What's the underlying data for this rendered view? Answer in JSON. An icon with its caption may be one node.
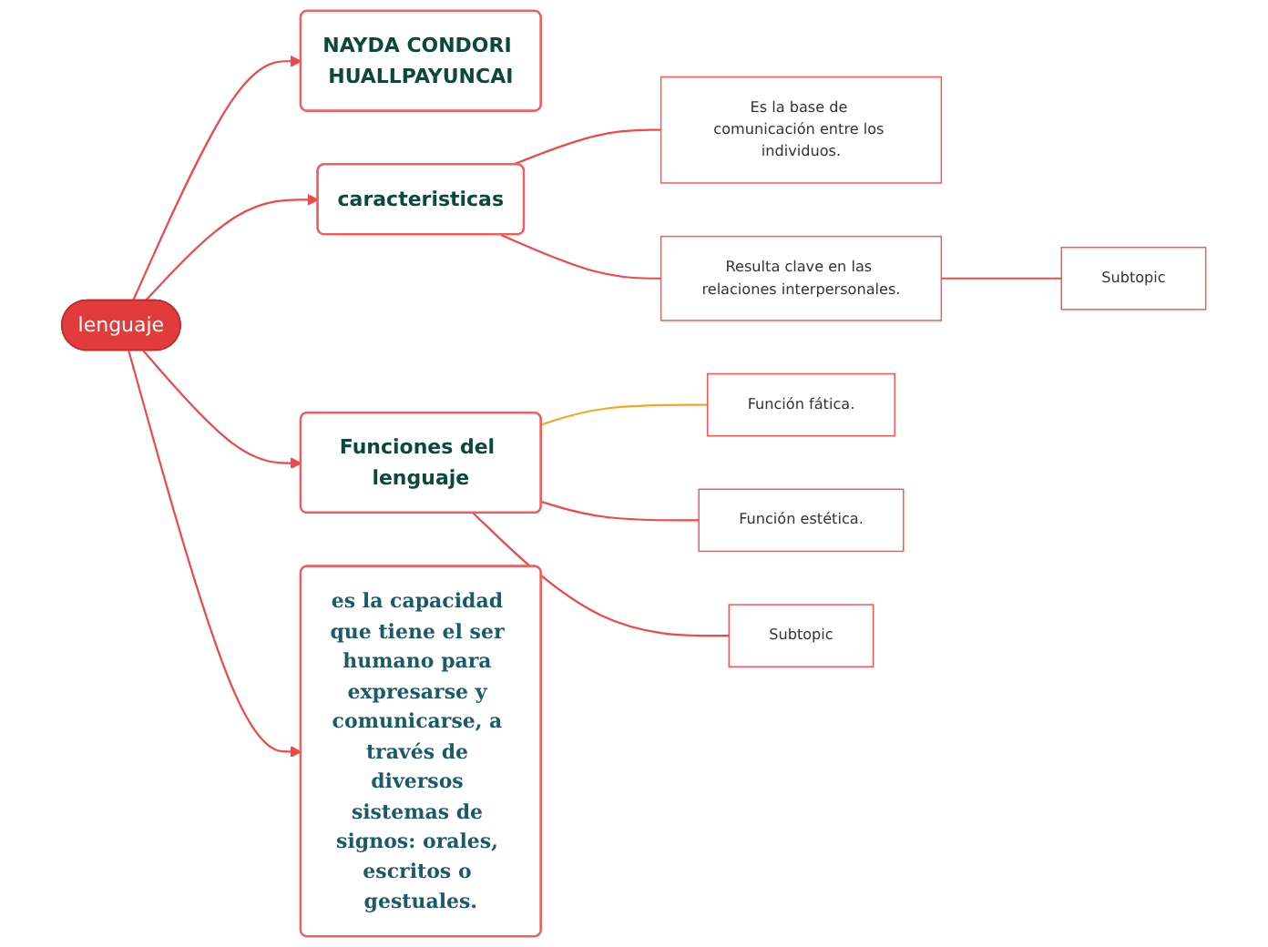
{
  "diagram": {
    "nodes": [
      {
        "text": [
          "lenguaje"
        ]
      },
      {
        "text": [
          "NAYDA CONDORI HUALLPAYUNCAI"
        ]
      },
      {
        "text": [
          "caracteristicas"
        ]
      },
      {
        "text": [
          "Es la base de comunicación entre los individuos."
        ]
      },
      {
        "text": [
          "Resulta clave en las relaciones interpersonales."
        ]
      },
      {
        "text": [
          "Subtopic"
        ]
      },
      {
        "text": [
          "Funciones del lenguaje"
        ]
      },
      {
        "text": [
          "Función fática."
        ]
      },
      {
        "text": [
          "Función estética."
        ]
      },
      {
        "text": [
          "Subtopic"
        ]
      },
      {
        "text": [
          "es la capacidad que tiene el ser humano para expresarse y comunicarse, a través de diversos sistemas de signos: orales, escritos o gestuales."
        ]
      }
    ],
    "edges": [
      {
        "from": 0,
        "to": 1,
        "arrow": "to"
      },
      {
        "from": 0,
        "to": 2,
        "arrow": "to"
      },
      {
        "from": 2,
        "to": 3,
        "arrow": "none"
      },
      {
        "from": 2,
        "to": 4,
        "arrow": "none"
      },
      {
        "from": 4,
        "to": 5,
        "arrow": "none"
      },
      {
        "from": 0,
        "to": 6,
        "arrow": "to"
      },
      {
        "from": 6,
        "to": 7,
        "arrow": "none",
        "color": "#f5a623"
      },
      {
        "from": 6,
        "to": 8,
        "arrow": "none"
      },
      {
        "from": 6,
        "to": 9,
        "arrow": "none"
      },
      {
        "from": 0,
        "to": 10,
        "arrow": "to"
      }
    ]
  }
}
